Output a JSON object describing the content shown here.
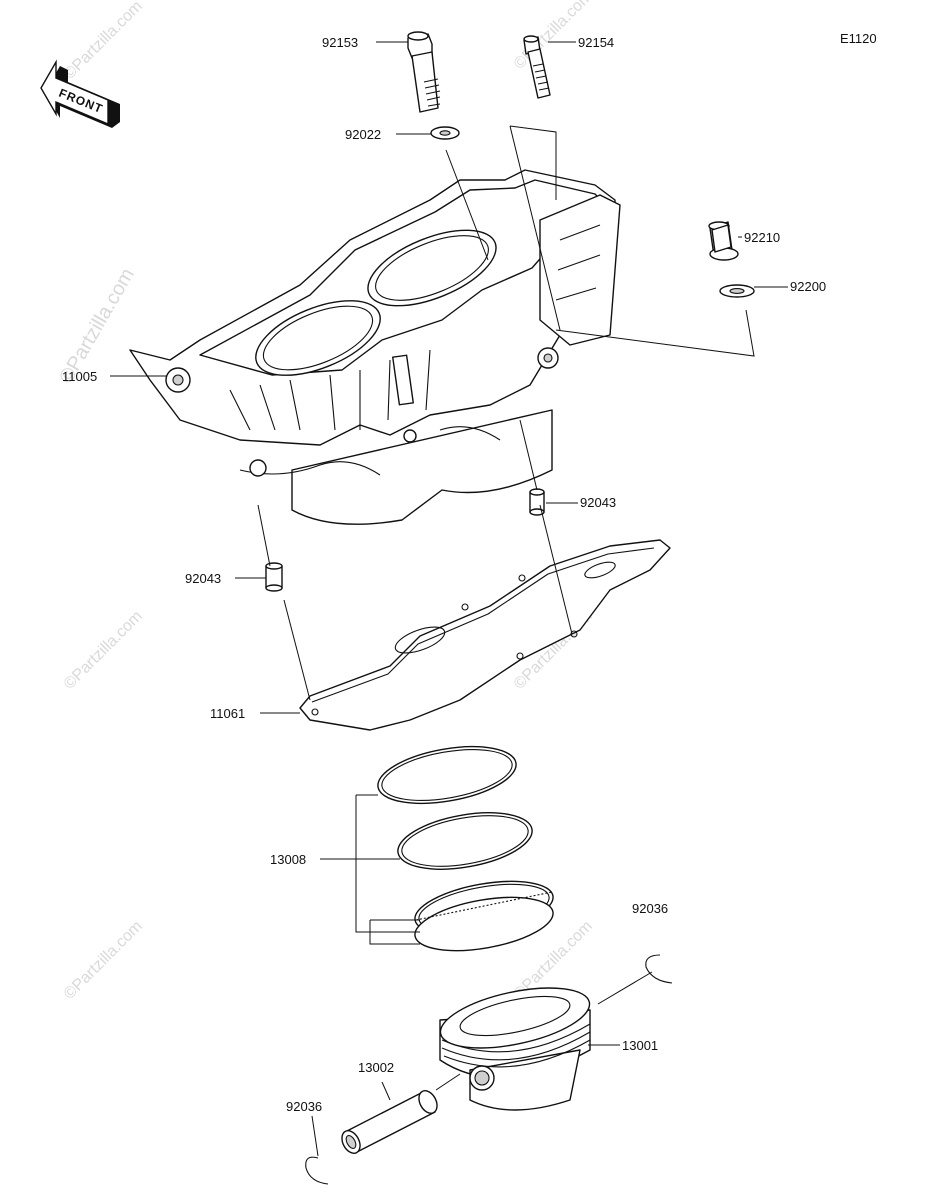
{
  "diagram_code": "E1120",
  "front_label": "FRONT",
  "watermark": "©Partzilla.com",
  "parts": [
    {
      "id": "p92153",
      "number": "92153"
    },
    {
      "id": "p92154",
      "number": "92154"
    },
    {
      "id": "p92022",
      "number": "92022"
    },
    {
      "id": "p92210",
      "number": "92210"
    },
    {
      "id": "p92200",
      "number": "92200"
    },
    {
      "id": "p11005",
      "number": "11005"
    },
    {
      "id": "p92043a",
      "number": "92043"
    },
    {
      "id": "p92043b",
      "number": "92043"
    },
    {
      "id": "p11061",
      "number": "11061"
    },
    {
      "id": "p13008",
      "number": "13008"
    },
    {
      "id": "p92036a",
      "number": "92036"
    },
    {
      "id": "p13001",
      "number": "13001"
    },
    {
      "id": "p13002",
      "number": "13002"
    },
    {
      "id": "p92036b",
      "number": "92036"
    }
  ]
}
